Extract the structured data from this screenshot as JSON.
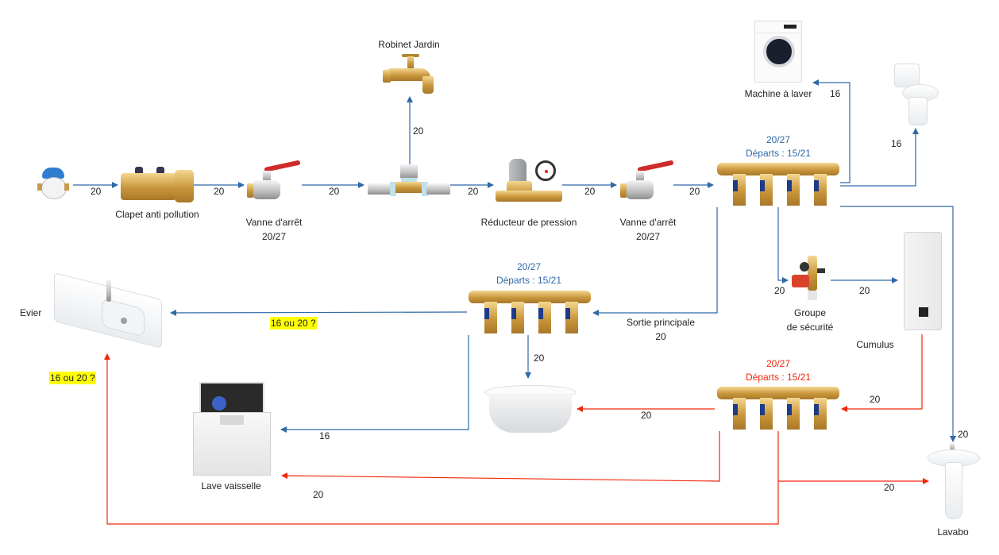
{
  "diagram": {
    "title": "",
    "colors": {
      "cold_water": "#2f69a6",
      "hot_water": "#f0280a",
      "highlight": "#ffff00"
    },
    "nodes": {
      "compteur": {
        "label": "",
        "icon": "water-meter-icon"
      },
      "clapet": {
        "label": "Clapet anti pollution",
        "icon": "backflow-valve-icon"
      },
      "vanne1": {
        "label": "Vanne d'arrêt",
        "sub": "20/27",
        "icon": "ball-valve-icon"
      },
      "te": {
        "label": "",
        "icon": "tee-fitting-icon"
      },
      "robinet": {
        "label": "Robinet Jardin",
        "icon": "garden-tap-icon"
      },
      "reducteur": {
        "label": "Réducteur de pression",
        "icon": "pressure-reducer-icon"
      },
      "vanne2": {
        "label": "Vanne d'arrêt",
        "sub": "20/27",
        "icon": "ball-valve-icon"
      },
      "collecteur1": {
        "size": "20/27",
        "departs": "Départs : 15/21",
        "icon": "manifold-icon"
      },
      "machine": {
        "label": "Machine à laver",
        "icon": "washing-machine-icon"
      },
      "wc": {
        "label": "",
        "icon": "toilet-icon"
      },
      "groupe": {
        "label": "Groupe",
        "label2": "de sécurité",
        "icon": "safety-group-icon"
      },
      "cumulus": {
        "label": "Cumulus",
        "icon": "water-heater-icon"
      },
      "collecteur2": {
        "size": "20/27",
        "departs": "Départs : 15/21",
        "icon": "manifold-icon"
      },
      "sortie": {
        "label": "Sortie principale",
        "value": "20"
      },
      "evier": {
        "label": "Evier",
        "icon": "kitchen-sink-icon"
      },
      "baignoire": {
        "label": "",
        "icon": "bathtub-icon"
      },
      "lave_vaisselle": {
        "label": "Lave vaisselle",
        "icon": "dishwasher-icon"
      },
      "collecteur3": {
        "size": "20/27",
        "departs": "Départs : 15/21",
        "icon": "manifold-icon"
      },
      "lavabo": {
        "label": "Lavabo",
        "icon": "washbasin-icon"
      }
    },
    "pipes": [
      {
        "id": "p1",
        "from": "compteur",
        "to": "clapet",
        "diameter": "20",
        "circuit": "cold"
      },
      {
        "id": "p2",
        "from": "clapet",
        "to": "vanne1",
        "diameter": "20",
        "circuit": "cold"
      },
      {
        "id": "p3",
        "from": "vanne1",
        "to": "te",
        "diameter": "20",
        "circuit": "cold"
      },
      {
        "id": "p4",
        "from": "te",
        "to": "robinet",
        "diameter": "20",
        "circuit": "cold"
      },
      {
        "id": "p5",
        "from": "te",
        "to": "reducteur",
        "diameter": "20",
        "circuit": "cold"
      },
      {
        "id": "p6",
        "from": "reducteur",
        "to": "vanne2",
        "diameter": "20",
        "circuit": "cold"
      },
      {
        "id": "p7",
        "from": "vanne2",
        "to": "collecteur1",
        "diameter": "20",
        "circuit": "cold"
      },
      {
        "id": "p8",
        "from": "collecteur1",
        "to": "machine",
        "diameter": "16",
        "circuit": "cold"
      },
      {
        "id": "p9",
        "from": "collecteur1",
        "to": "wc",
        "diameter": "16",
        "circuit": "cold"
      },
      {
        "id": "p10",
        "from": "collecteur1",
        "to": "groupe",
        "diameter": "20",
        "circuit": "cold"
      },
      {
        "id": "p11",
        "from": "groupe",
        "to": "cumulus",
        "diameter": "20",
        "circuit": "cold"
      },
      {
        "id": "p12",
        "from": "collecteur1",
        "to": "lavabo",
        "diameter": "20",
        "circuit": "cold"
      },
      {
        "id": "p13",
        "from": "collecteur1",
        "to": "collecteur3",
        "diameter": "20",
        "circuit": "cold"
      },
      {
        "id": "p14",
        "from": "collecteur3",
        "to": "evier",
        "diameter": "16 ou 20 ?",
        "circuit": "cold",
        "highlight": true
      },
      {
        "id": "p15",
        "from": "collecteur3",
        "to": "baignoire",
        "diameter": "20",
        "circuit": "cold"
      },
      {
        "id": "p16",
        "from": "collecteur3",
        "to": "lave_vaisselle",
        "diameter": "16",
        "circuit": "cold"
      },
      {
        "id": "p17",
        "from": "cumulus",
        "to": "collecteur2",
        "diameter": "20",
        "circuit": "hot"
      },
      {
        "id": "p18",
        "from": "collecteur2",
        "to": "baignoire",
        "diameter": "20",
        "circuit": "hot"
      },
      {
        "id": "p19",
        "from": "collecteur2",
        "to": "lave_vaisselle",
        "diameter": "20",
        "circuit": "hot"
      },
      {
        "id": "p20",
        "from": "collecteur2",
        "to": "lavabo",
        "diameter": "20",
        "circuit": "hot"
      },
      {
        "id": "p21",
        "from": "collecteur2",
        "to": "evier",
        "diameter": "16 ou 20 ?",
        "circuit": "hot",
        "highlight": true
      }
    ]
  }
}
